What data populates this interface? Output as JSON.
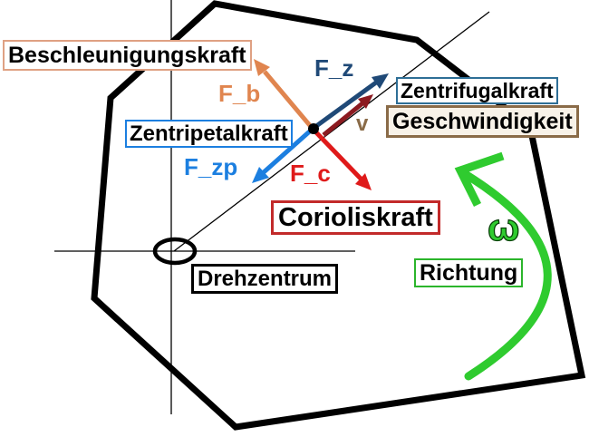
{
  "colors": {
    "outline_black": "#000000",
    "acceleration_orange": "#E0854F",
    "acceleration_box_border": "#DFA183",
    "centrifugal_navy": "#1F4977",
    "centrifugal_box_border": "#2E6E96",
    "centripetal_blue": "#1C7FE0",
    "coriolis_red": "#DF1A1A",
    "coriolis_box_border": "#C22A2A",
    "velocity_maroon": "#8C1A20",
    "velocity_box_border": "#8A6B48",
    "velocity_box_bg": "#F8F2E8",
    "rotation_green": "#2FCB2F",
    "richtung_box_border": "#2BB52B",
    "drehzentrum_box_border": "#000000"
  },
  "force_boxes": {
    "beschleunigungskraft": "Beschleunigungskraft",
    "zentripetalkraft": "Zentripetalkraft",
    "zentrifugalkraft": "Zentrifugalkraft",
    "geschwindigkeit": "Geschwindigkeit",
    "corioliskraft": "Corioliskraft",
    "drehzentrum": "Drehzentrum",
    "richtung": "Richtung"
  },
  "vector_labels": {
    "f_b": "F_b",
    "f_z": "F_z",
    "f_zp": "F_zp",
    "f_c": "F_c",
    "v": "v",
    "omega": "ω"
  }
}
